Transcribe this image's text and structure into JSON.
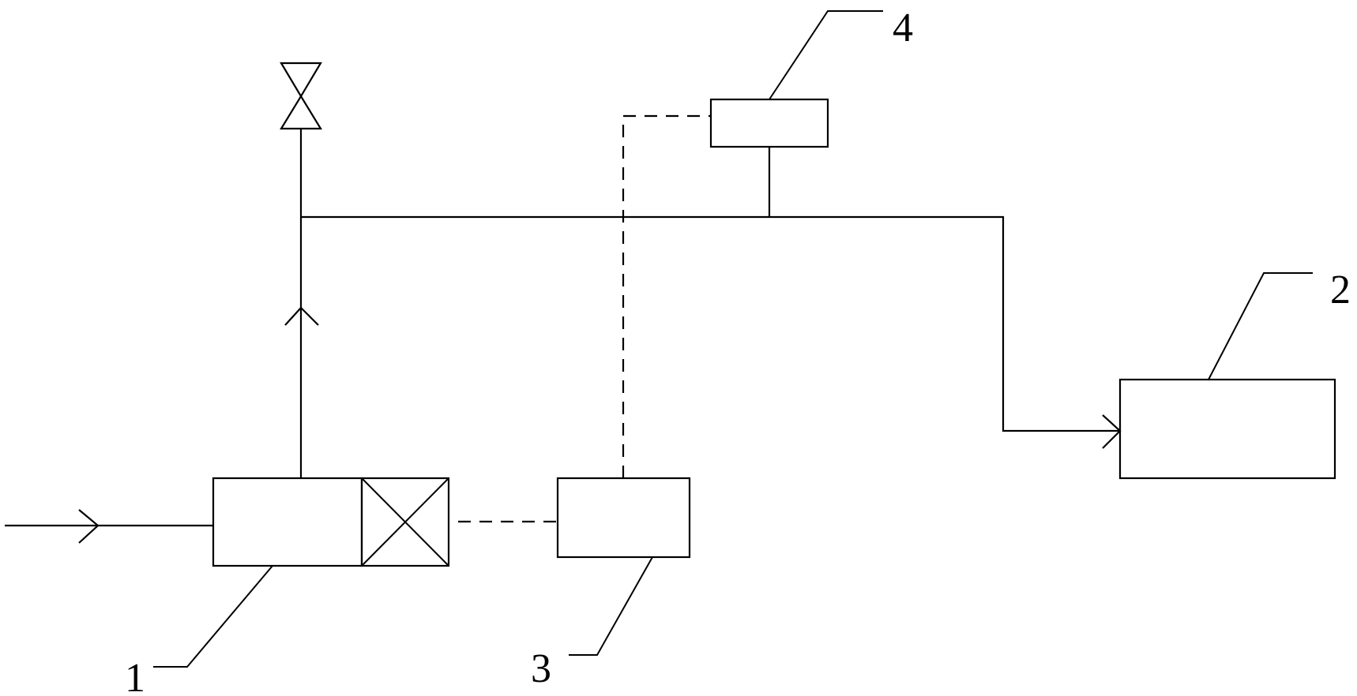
{
  "diagram": {
    "labels": {
      "component_1": "1",
      "component_2": "2",
      "component_3": "3",
      "component_4": "4"
    },
    "colors": {
      "line": "#000000",
      "background": "#ffffff"
    }
  }
}
